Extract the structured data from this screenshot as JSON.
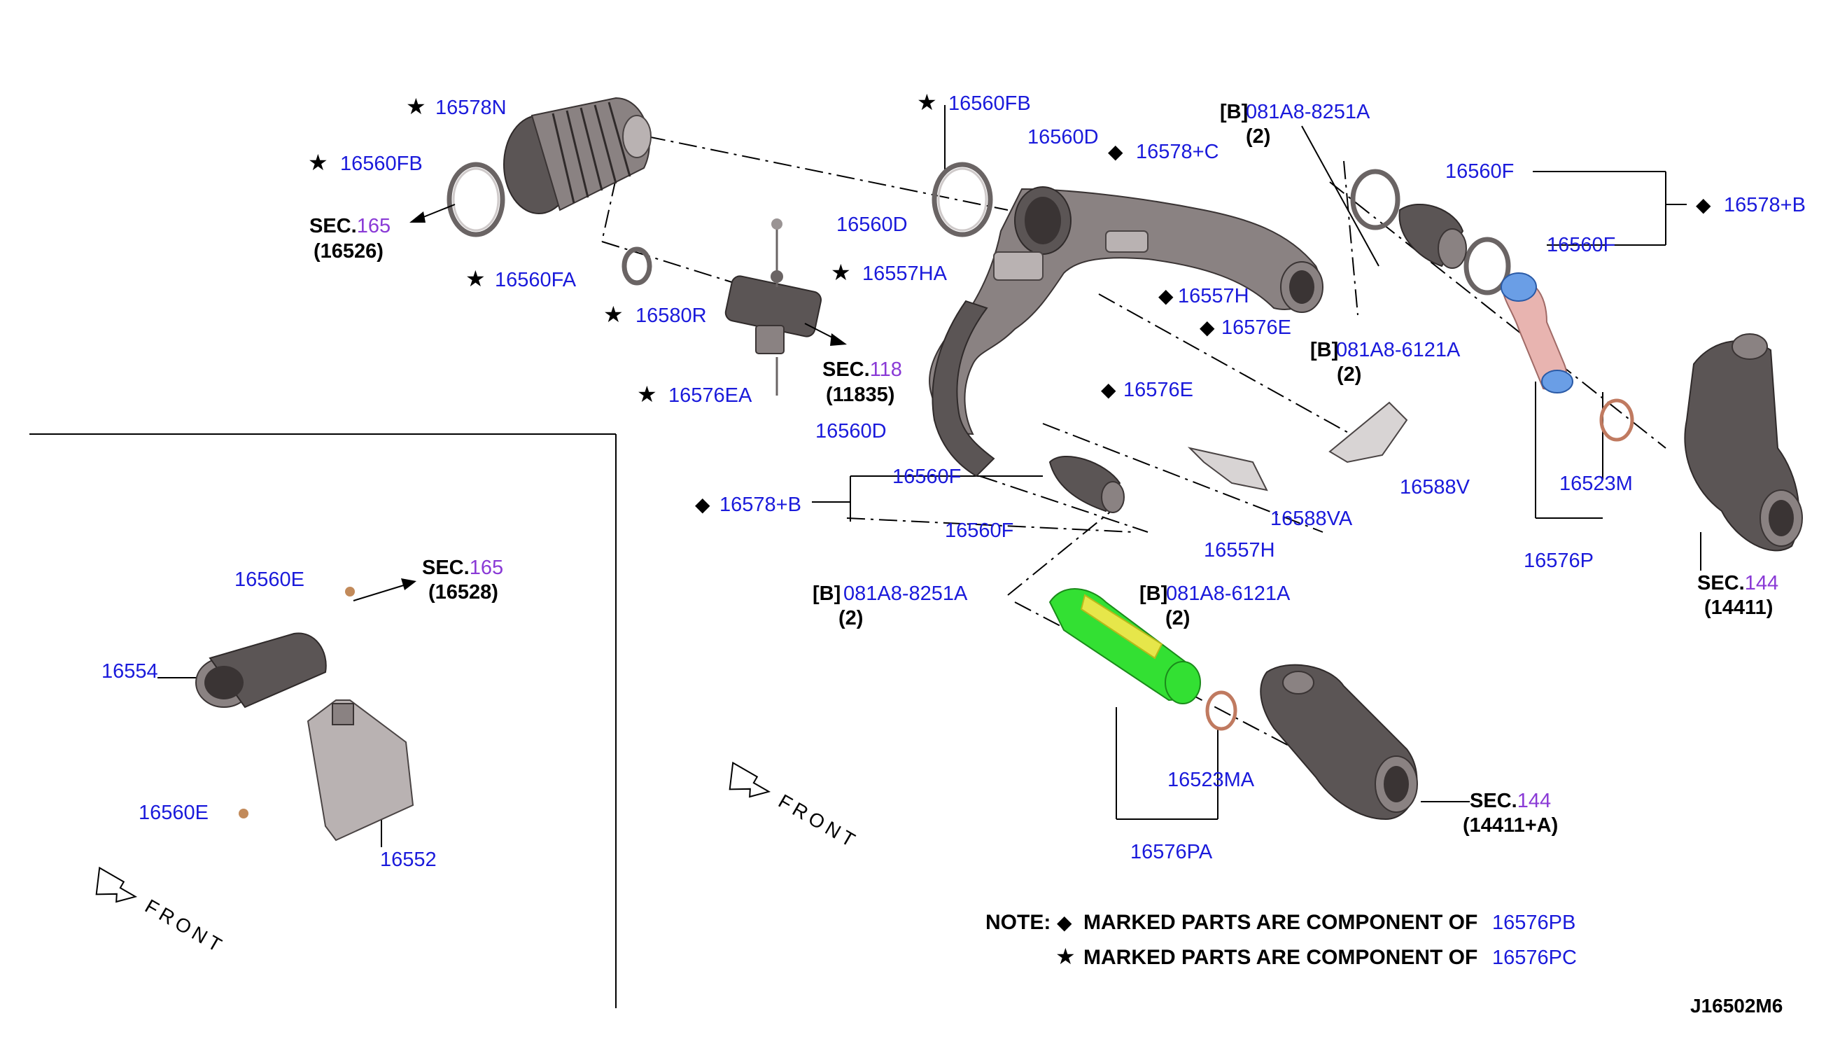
{
  "labels": {
    "p16578N": "16578N",
    "p16560FB_left": "16560FB",
    "sec165_top": "SEC.",
    "sec165_top_num": "165",
    "sec165_top_sub": "(16526)",
    "p16560FA": "16560FA",
    "p16580R": "16580R",
    "p16576EA": "16576EA",
    "p16560D_top": "16560D",
    "p16557HA": "16557HA",
    "sec118": "SEC.",
    "sec118_num": "118",
    "sec118_sub": "(11835)",
    "p16560FB_top": "16560FB",
    "p16560D_mid": "16560D",
    "p16578C": "16578+C",
    "b_top": "[B]",
    "p081A8_8251A_top": "081A8-8251A",
    "qty2_top": "(2)",
    "p16560F_top": "16560F",
    "p16578B_right": "16578+B",
    "p16560F_right": "16560F",
    "p16557H": "16557H",
    "p16576E_top": "16576E",
    "b_mid": "[B]",
    "p081A8_6121A_top": "081A8-6121A",
    "qty2_mid": "(2)",
    "p16576E_mid": "16576E",
    "p16588V": "16588V",
    "p16560D_left": "16560D",
    "p16523M": "16523M",
    "p16560F_left": "16560F",
    "p16578B_left": "16578+B",
    "p16560F_partial": "16560F",
    "p16588VA_partial": "16588VA",
    "p16557H_partial": "16557H",
    "p16576P": "16576P",
    "sec144_right": "SEC.",
    "sec144_right_num": "144",
    "sec144_right_sub": "(14411)",
    "b_low_left": "[B]",
    "p081A8_8251A_low": "081A8-8251A",
    "qty2_low_left": "(2)",
    "b_low_mid": "[B]",
    "p081A8_6121A_low": "081A8-6121A",
    "qty2_low_mid": "(2)",
    "p16523MA": "16523MA",
    "sec144_low": "SEC.",
    "sec144_low_num": "144",
    "sec144_low_sub": "(14411+A)",
    "p16576PA": "16576PA",
    "inset_16560E_top": "16560E",
    "inset_sec165": "SEC.",
    "inset_sec165_num": "165",
    "inset_sec165_sub": "(16528)",
    "inset_16554": "16554",
    "inset_16560E_low": "16560E",
    "inset_16552": "16552",
    "front_main": "FRONT",
    "front_inset": "FRONT",
    "note_prefix": "NOTE:",
    "note_diamond_text": "MARKED PARTS ARE COMPONENT OF",
    "note_diamond_part": "16576PB",
    "note_star_text": "MARKED PARTS ARE COMPONENT OF",
    "note_star_part": "16576PC",
    "diagram_code": "J16502M6"
  },
  "colors": {
    "part_number": "#1a1adb",
    "section_number": "#8a3ad6",
    "highlight_green": "#33e033",
    "highlight_yellow": "#e6e64a",
    "highlight_pink": "#e8b4b0",
    "highlight_blue": "#6a9ee6"
  }
}
